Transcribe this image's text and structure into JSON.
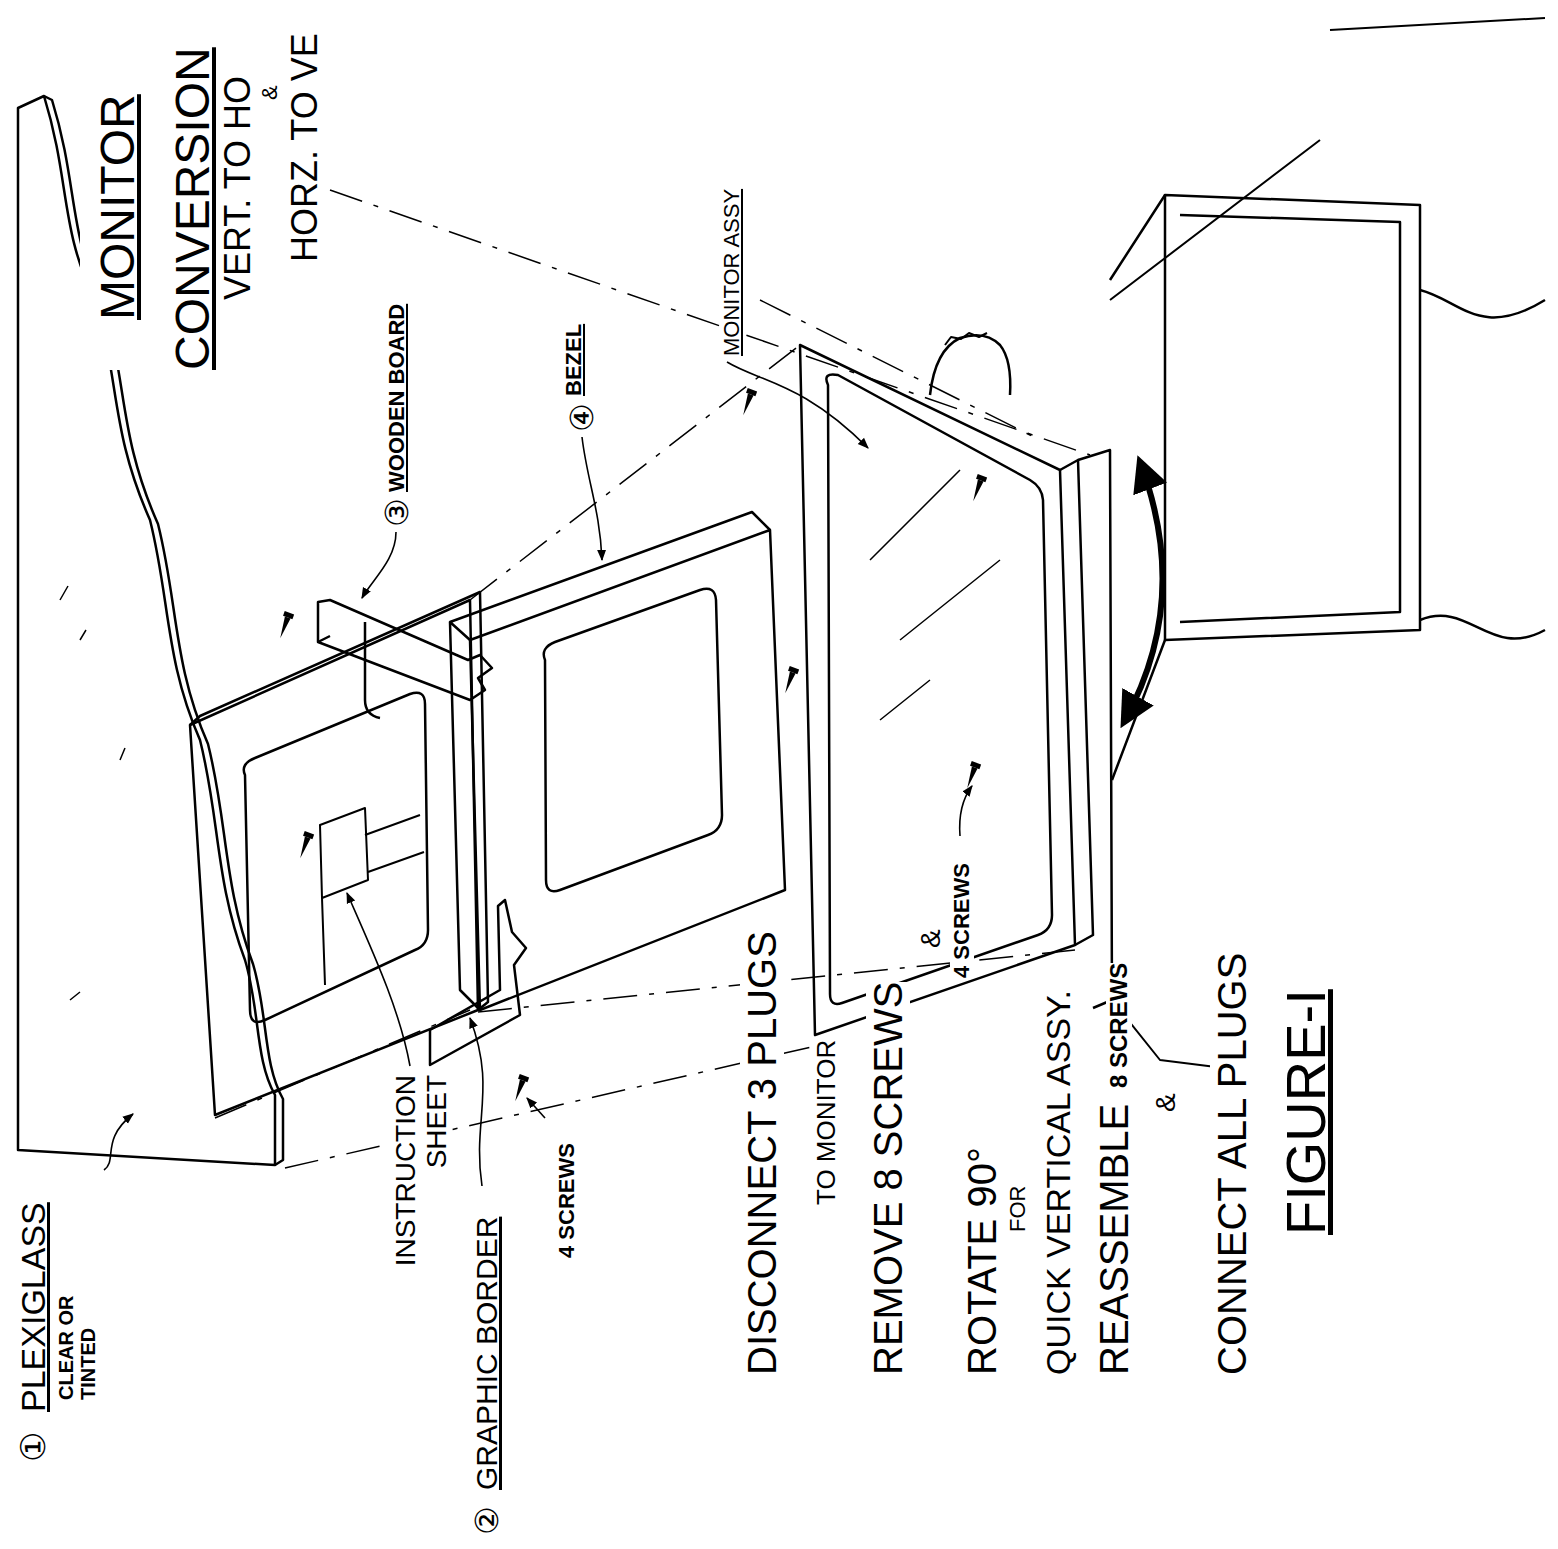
{
  "diagram": {
    "title": "MONITOR CONVERSION",
    "caption": "FIGURE-I",
    "labels": [
      "①",
      "PLEXIGLASS",
      "CLEAR OR TINTED",
      "INSTRUCTION SHEET",
      "②",
      "GRAPHIC BORDER",
      "4 SCREWS",
      "③",
      "WOODEN BOARD",
      "④",
      "BEZEL",
      "4 SCREWS",
      "MONITOR ASSY",
      "VERT. TO HO",
      "&",
      "HORZ. TO VE",
      "DISCONNECT 3 PLUGS",
      "TO MONITOR",
      "REMOVE 8 SCREWS",
      "&",
      "ROTATE 90°",
      "FOR",
      "QUICK VERTICAL ASSY.",
      "REASSEMBLE",
      "8 SCREWS",
      "&",
      "CONNECT ALL PLUGS"
    ]
  }
}
